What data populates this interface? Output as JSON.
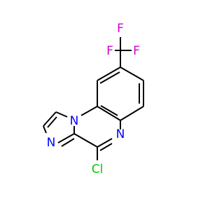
{
  "atoms": {
    "f_top": {
      "label": "F",
      "color": "#cc00cc"
    },
    "f_left": {
      "label": "F",
      "color": "#cc00cc"
    },
    "f_right": {
      "label": "F",
      "color": "#cc00cc"
    },
    "n_bridge": {
      "label": "N",
      "color": "#0000ff"
    },
    "n_imidazole": {
      "label": "N",
      "color": "#0000ff"
    },
    "n_pyrazine": {
      "label": "N",
      "color": "#0000ff"
    },
    "cl": {
      "label": "Cl",
      "color": "#00cc00"
    }
  },
  "bond_color": "#000000"
}
